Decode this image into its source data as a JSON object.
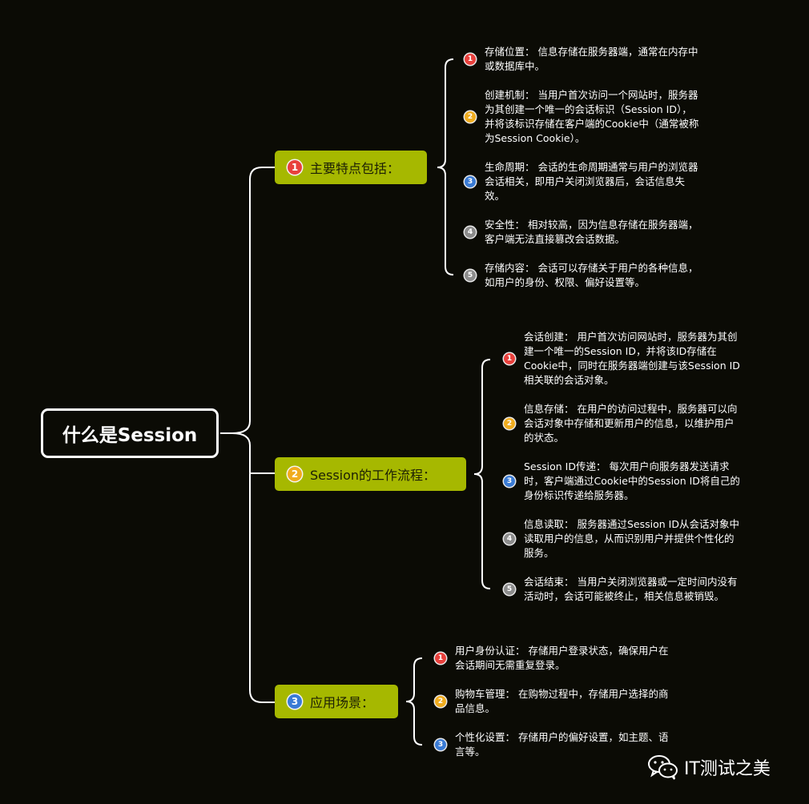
{
  "root": {
    "title": "什么是Session"
  },
  "colors": {
    "background": "#0b0b05",
    "branch": "#a6b800",
    "line": "#ffffff",
    "num1": "#e8403c",
    "num2": "#f0ac1e",
    "num3": "#3a7bd5",
    "num4": "#8c8c8c",
    "num5": "#8c8c8c"
  },
  "branches": [
    {
      "number": "1",
      "label": "主要特点包括：",
      "items": [
        {
          "number": "1",
          "lines": [
            "存储位置：  信息存储在服务器端，通常在内存中",
            "或数据库中。"
          ]
        },
        {
          "number": "2",
          "lines": [
            "创建机制：  当用户首次访问一个网站时，服务器",
            "为其创建一个唯一的会话标识（Session ID），",
            "并将该标识存储在客户端的Cookie中（通常被称",
            "为Session Cookie）。"
          ]
        },
        {
          "number": "3",
          "lines": [
            "生命周期：  会话的生命周期通常与用户的浏览器",
            "会话相关，即用户关闭浏览器后，会话信息失",
            "效。"
          ]
        },
        {
          "number": "4",
          "lines": [
            "安全性：  相对较高，因为信息存储在服务器端，",
            "客户端无法直接篡改会话数据。"
          ]
        },
        {
          "number": "5",
          "lines": [
            "存储内容：  会话可以存储关于用户的各种信息，",
            "如用户的身份、权限、偏好设置等。"
          ]
        }
      ]
    },
    {
      "number": "2",
      "label": "Session的工作流程：",
      "items": [
        {
          "number": "1",
          "lines": [
            "会话创建：  用户首次访问网站时，服务器为其创",
            "建一个唯一的Session ID，并将该ID存储在",
            "Cookie中，同时在服务器端创建与该Session ID",
            "相关联的会话对象。"
          ]
        },
        {
          "number": "2",
          "lines": [
            "信息存储：  在用户的访问过程中，服务器可以向",
            "会话对象中存储和更新用户的信息，以维护用户",
            "的状态。"
          ]
        },
        {
          "number": "3",
          "lines": [
            "Session ID传递：  每次用户向服务器发送请求",
            "时，客户端通过Cookie中的Session ID将自己的",
            "身份标识传递给服务器。"
          ]
        },
        {
          "number": "4",
          "lines": [
            "信息读取：  服务器通过Session ID从会话对象中",
            "读取用户的信息，从而识别用户并提供个性化的",
            "服务。"
          ]
        },
        {
          "number": "5",
          "lines": [
            "会话结束：  当用户关闭浏览器或一定时间内没有",
            "活动时，会话可能被终止，相关信息被销毁。"
          ]
        }
      ]
    },
    {
      "number": "3",
      "label": "应用场景：",
      "items": [
        {
          "number": "1",
          "lines": [
            "用户身份认证：  存储用户登录状态，确保用户在",
            "会话期间无需重复登录。"
          ]
        },
        {
          "number": "2",
          "lines": [
            "购物车管理：  在购物过程中，存储用户选择的商",
            "品信息。"
          ]
        },
        {
          "number": "3",
          "lines": [
            "个性化设置：  存储用户的偏好设置，如主题、语",
            "言等。"
          ]
        }
      ]
    }
  ],
  "watermark": {
    "icon": "wechat-icon",
    "text": "IT测试之美"
  }
}
